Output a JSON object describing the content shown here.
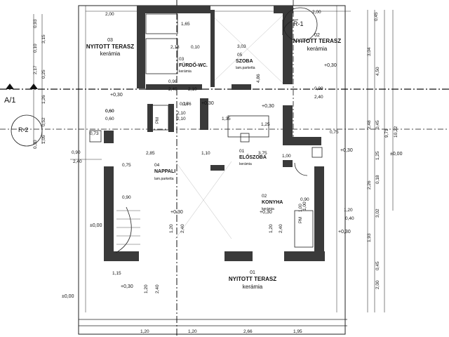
{
  "section_marker": {
    "label": "A/1"
  },
  "rooms": [
    {
      "id": "r03a",
      "number": "03",
      "name": "NYITOTT TERASZ",
      "material": "kerámia"
    },
    {
      "id": "r02a",
      "number": "02",
      "name": "NYITOTT TERASZ",
      "material": "kerámia"
    },
    {
      "id": "r03b",
      "number": "03",
      "name": "FÜRDŐ-WC.",
      "material": "kerámia"
    },
    {
      "id": "r05",
      "number": "05",
      "name": "SZOBA",
      "material": "lam.parketta"
    },
    {
      "id": "r04",
      "number": "04",
      "name": "NAPPALI",
      "material": "lam.parketta"
    },
    {
      "id": "r01a",
      "number": "01",
      "name": "ELŐSZOBA",
      "material": "kerámia"
    },
    {
      "id": "r02b",
      "number": "02",
      "name": "KONYHA",
      "material": "kerámia"
    },
    {
      "id": "r01b",
      "number": "01",
      "name": "NYITOTT TERASZ",
      "material": "kerámia"
    }
  ],
  "markers": {
    "r1": "R-1",
    "r2": "R-2"
  },
  "level_marks": {
    "plus_030": "+0,30",
    "zero": "±0,00"
  },
  "top_dims": [
    "2,00",
    "2,00"
  ],
  "bottom_dims": [
    "1,20",
    "1,20",
    "2,66",
    "1,95"
  ],
  "left_dims": [
    "0,93",
    "0,10",
    "3,15",
    "2,17",
    "0,25",
    "1,26",
    "0,52",
    "1,05",
    "0,30"
  ],
  "right_dims": [
    "0,45",
    "3,04",
    "4,50",
    "2,48",
    "0,45",
    "1,25",
    "10,22",
    "9,71",
    "2,26",
    "0,18",
    "3,02",
    "1,93",
    "0,45",
    "2,00"
  ],
  "interior_dims": [
    "1,65",
    "3,03",
    "2,18",
    "0,10",
    "0,98",
    "2,40",
    "2,10",
    "4,86",
    "0,16",
    "0,76",
    "2,10",
    "0,60",
    "2,10",
    "1,35",
    "1,25",
    "2,85",
    "1,10",
    "3,75",
    "1,00",
    "2,40",
    "0,75",
    "0,90",
    "1,20",
    "2,40",
    "1,20",
    "2,40",
    "1,15",
    "1,20",
    "2,40",
    "0,99",
    "0,90",
    "1,00",
    "1,20",
    "0,40",
    "0,73",
    "0,75",
    "0,90",
    "2,40",
    "0,60",
    "0,60"
  ],
  "equipment_labels": {
    "pm": "PM",
    "height": "1,00"
  }
}
